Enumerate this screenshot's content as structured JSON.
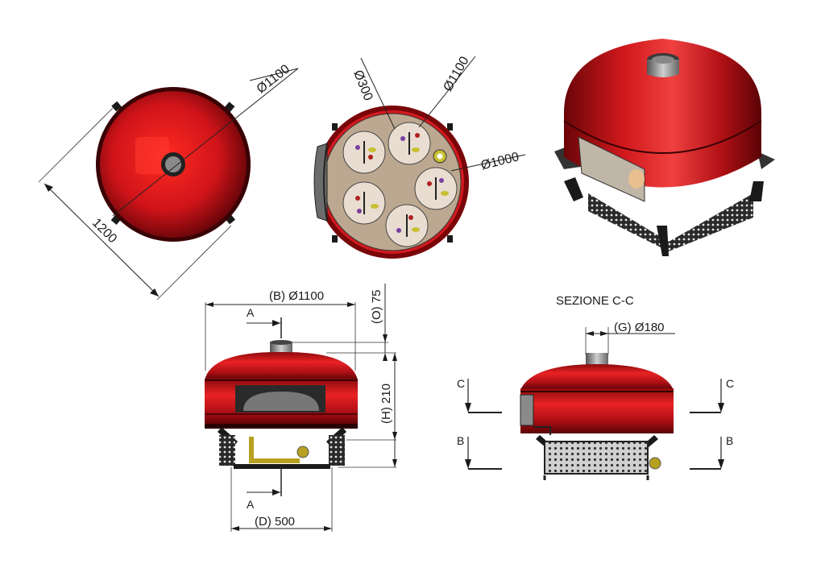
{
  "drawing": {
    "top_view": {
      "diameter": "Ø1100",
      "diagonal": "1200"
    },
    "plan_view": {
      "pizza_diameter": "Ø300",
      "outer_diameter": "Ø1100",
      "inner_diameter": "Ø1000"
    },
    "front_view": {
      "width": "(B) Ø1100",
      "flue_height": "(O) 75",
      "height": "(H) 210",
      "base_width": "(D) 500",
      "section_mark": "A"
    },
    "section_view": {
      "title": "SEZIONE C-C",
      "flue_diameter": "(G) Ø180",
      "section_c": "C",
      "section_b": "B"
    }
  },
  "colors": {
    "shell": "#c0151b",
    "shell_dark": "#6a0508",
    "floor": "#bca890",
    "grille": "#2a2a2a",
    "pipe": "#b8a020"
  }
}
